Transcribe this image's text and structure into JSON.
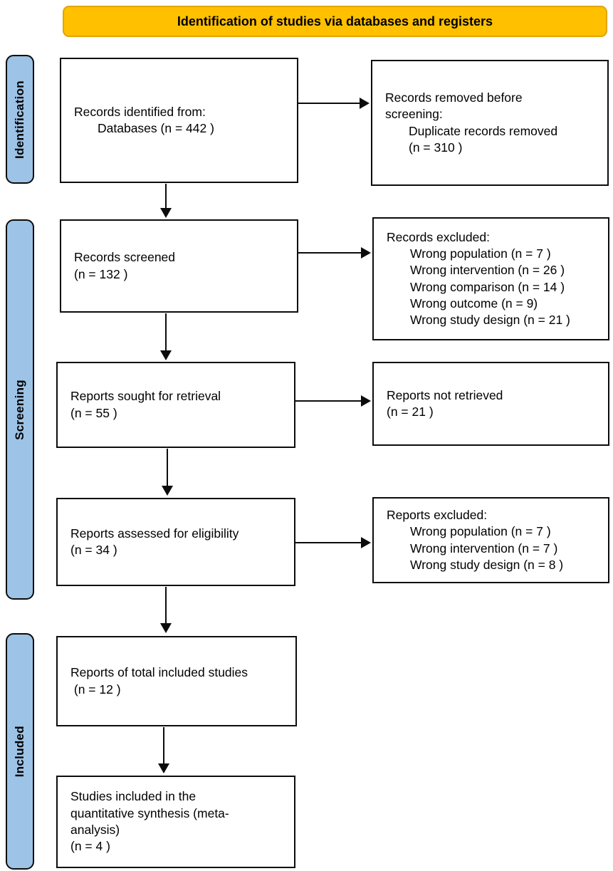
{
  "banner": {
    "title": "Identification of studies via databases and registers"
  },
  "colors": {
    "banner_fill": "#FFC000",
    "banner_border": "#E3A400",
    "stage_fill": "#9DC3E6",
    "box_border": "#0c0c0c",
    "arrow": "#0c0c0c"
  },
  "stages": {
    "identification": "Identification",
    "screening": "Screening",
    "included": "Included"
  },
  "boxes": {
    "records_identified": {
      "lines": [
        "Records identified from:",
        "Databases (n = 442 )"
      ]
    },
    "records_removed": {
      "lines": [
        "Records removed before",
        "screening:",
        "Duplicate records removed",
        "(n = 310 )"
      ]
    },
    "records_screened": {
      "lines": [
        "Records screened",
        "(n = 132 )"
      ]
    },
    "records_excluded": {
      "lines": [
        "Records excluded:",
        "Wrong population (n = 7 )",
        "Wrong intervention (n = 26 )",
        "Wrong comparison (n = 14 )",
        "Wrong outcome (n = 9)",
        "Wrong study design (n = 21 )"
      ]
    },
    "reports_sought": {
      "lines": [
        "Reports sought for retrieval",
        "(n = 55 )"
      ]
    },
    "reports_not_retrieved": {
      "lines": [
        "Reports not retrieved",
        "(n = 21 )"
      ]
    },
    "reports_assessed": {
      "lines": [
        "Reports assessed for eligibility",
        "(n = 34 )"
      ]
    },
    "reports_excluded": {
      "lines": [
        "Reports excluded:",
        "Wrong population (n = 7 )",
        "Wrong intervention (n = 7 )",
        "Wrong study design (n = 8 )"
      ]
    },
    "reports_total_included": {
      "lines": [
        "Reports of total included studies",
        " (n = 12 )"
      ]
    },
    "studies_included": {
      "lines": [
        "Studies included in the",
        "quantitative synthesis (meta-",
        "analysis)",
        "(n = 4 )"
      ]
    }
  }
}
